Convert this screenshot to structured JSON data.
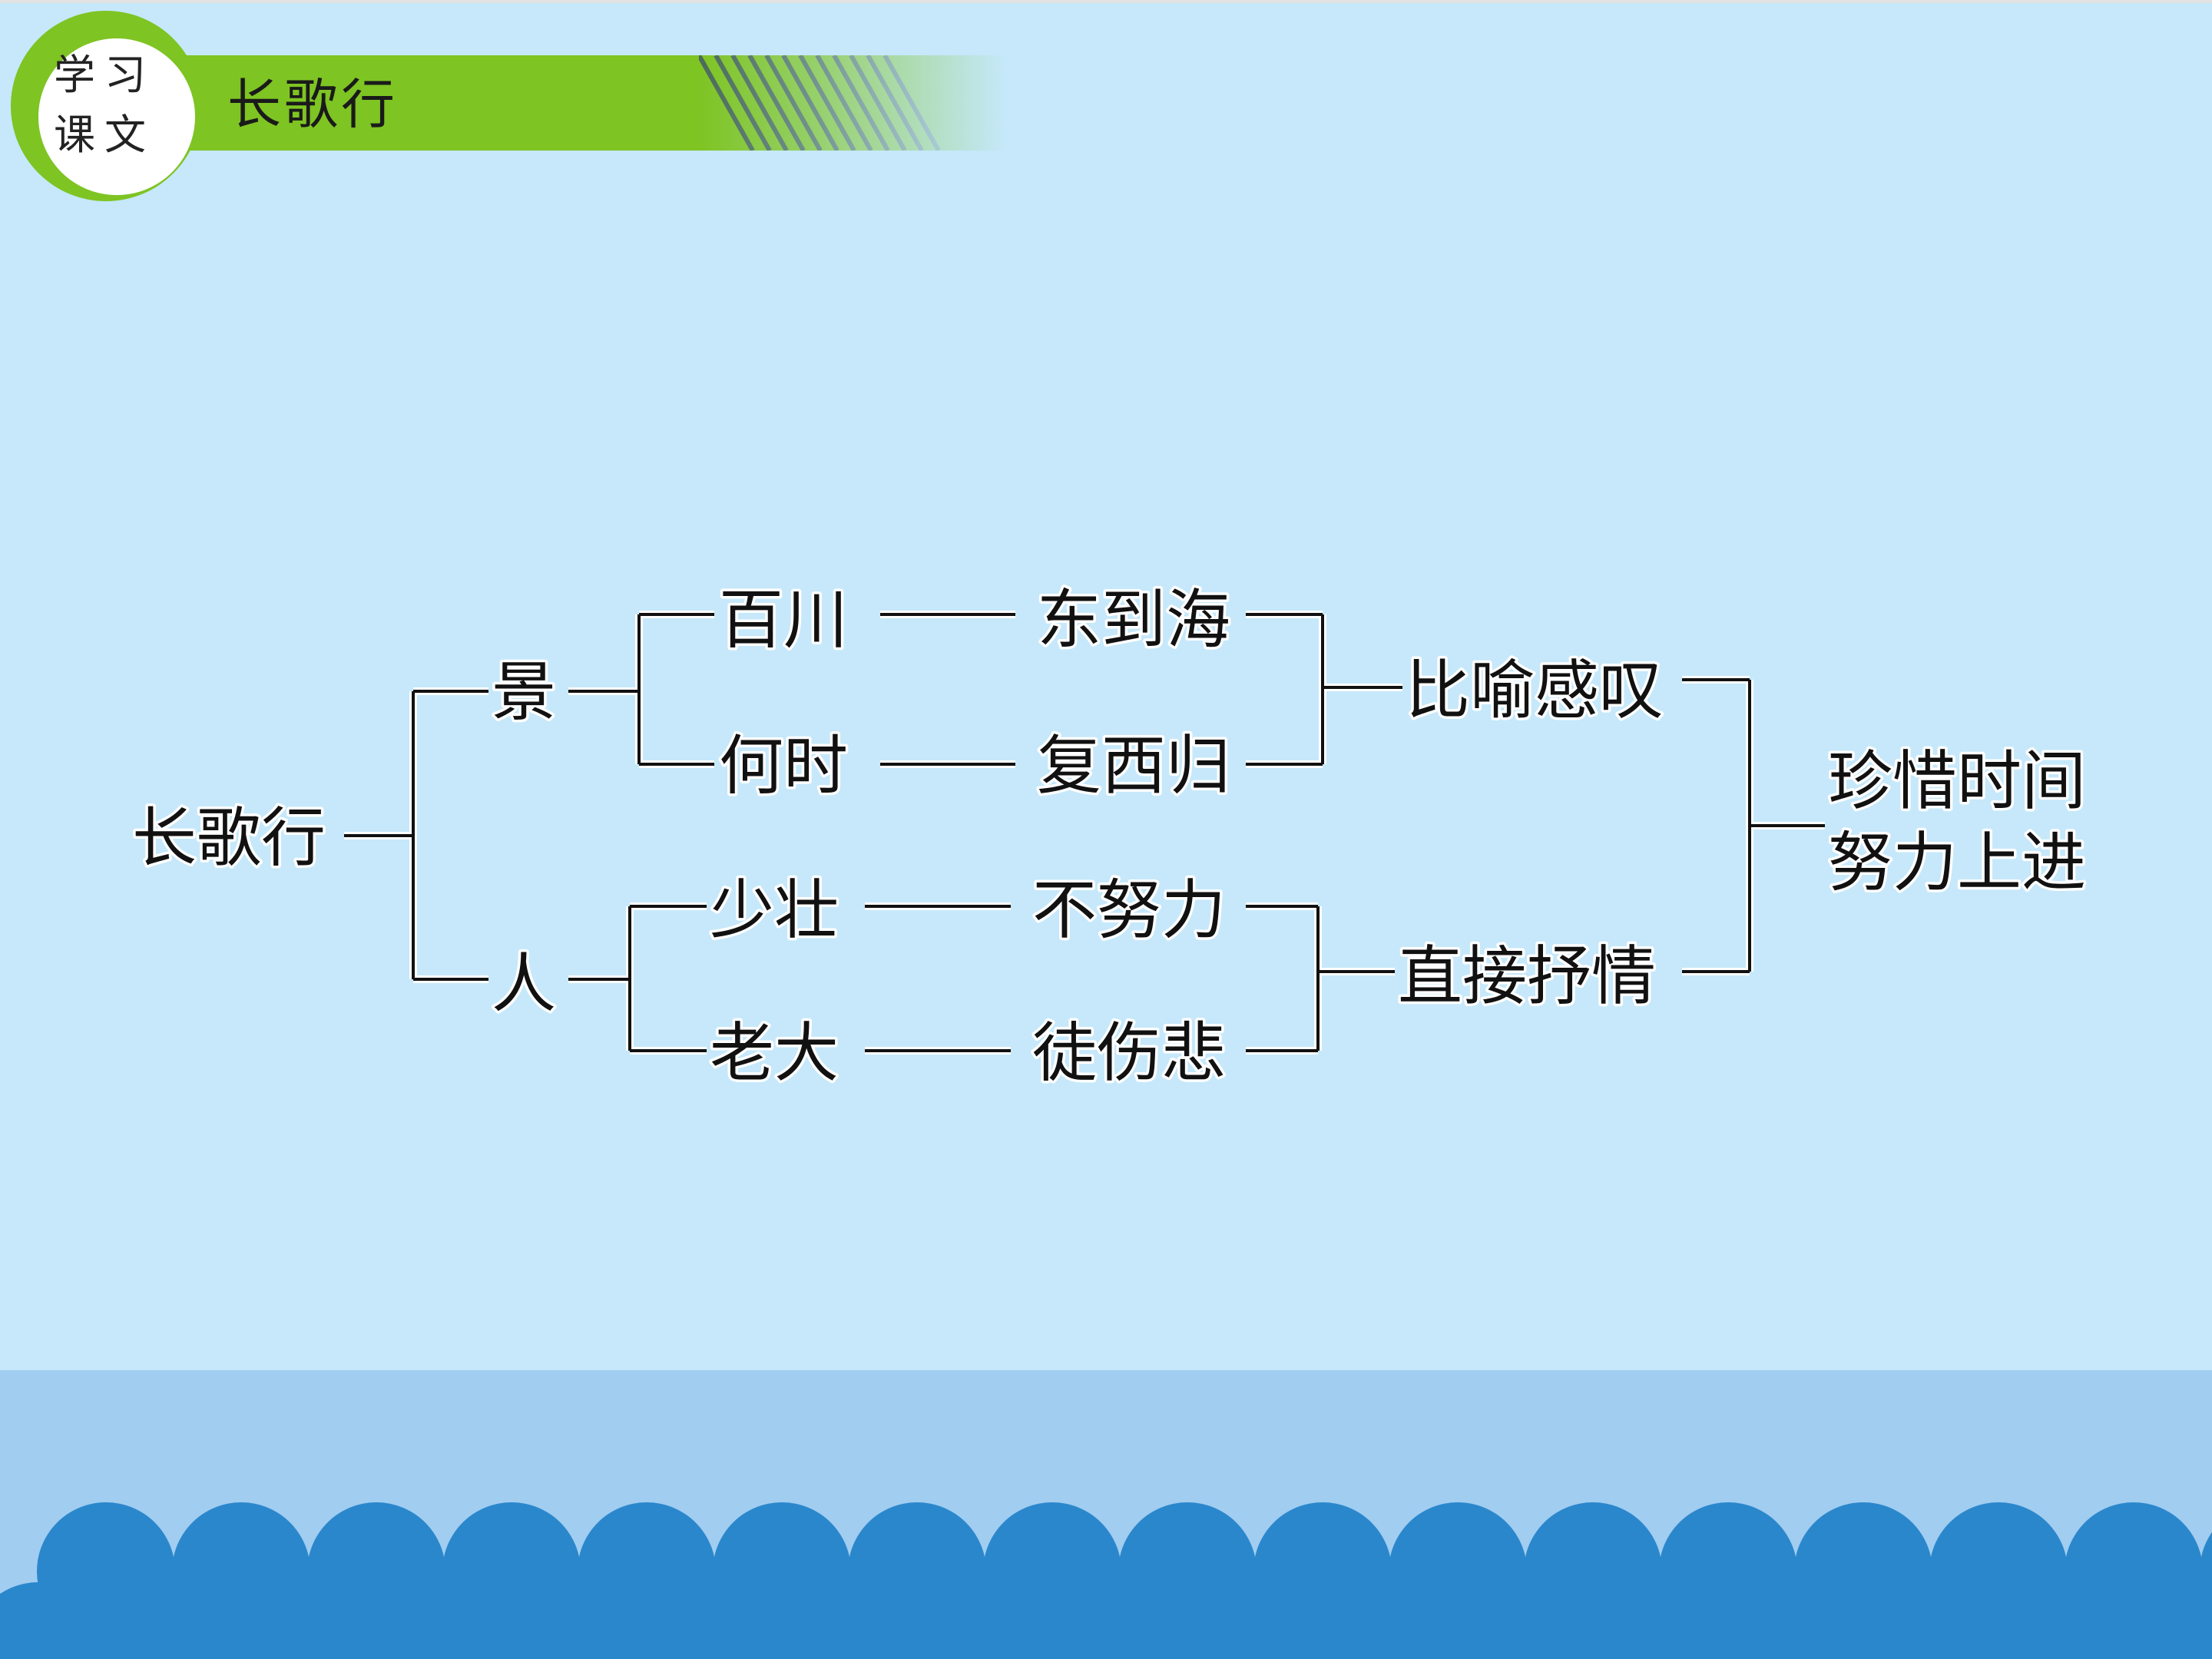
{
  "header": {
    "badge_line1": "学习",
    "badge_line2": "课文",
    "title": "长歌行",
    "accent_color": "#7ec423"
  },
  "diagram": {
    "root": "长歌行",
    "branch_scene": "景",
    "branch_person": "人",
    "scene_item1_left": "百川",
    "scene_item1_right": "东到海",
    "scene_item2_left": "何时",
    "scene_item2_right": "复西归",
    "person_item1_left": "少壮",
    "person_item1_right": "不努力",
    "person_item2_left": "老大",
    "person_item2_right": "徒伤悲",
    "scene_summary": "比喻感叹",
    "person_summary": "直接抒情",
    "conclusion_line1": "珍惜时间",
    "conclusion_line2": "努力上进"
  },
  "colors": {
    "background": "#c6e8fa",
    "bottom_band": "#a1cdf0",
    "wave": "#2b87cc"
  }
}
